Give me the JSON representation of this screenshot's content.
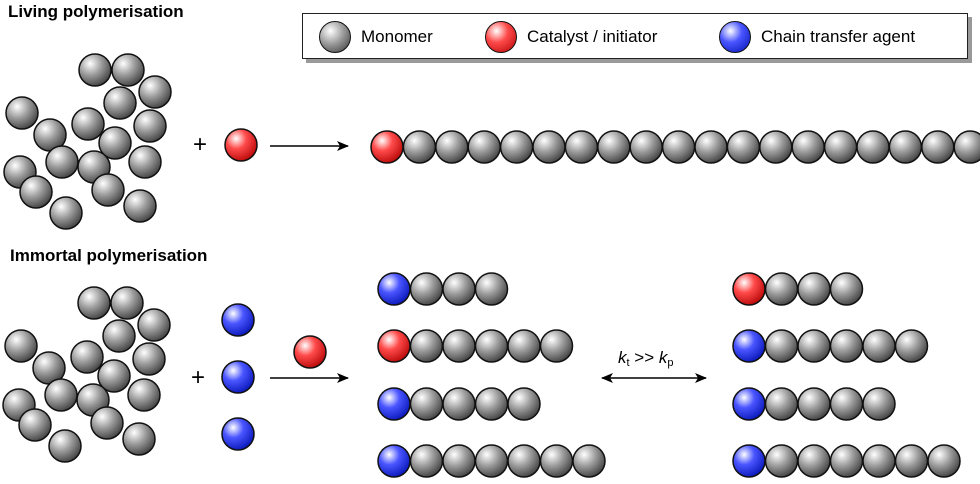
{
  "titles": {
    "living": "Living polymerisation",
    "immortal": "Immortal polymerisation"
  },
  "legend": [
    {
      "label": "Monomer",
      "kind": "monomer"
    },
    {
      "label": "Catalyst / initiator",
      "kind": "catalyst"
    },
    {
      "label": "Chain transfer agent",
      "kind": "cta"
    }
  ],
  "symbols": {
    "plus": "+"
  },
  "rate_expression": {
    "k_t": "k",
    "t_sub": "t",
    "op": ">>",
    "k_p": "k",
    "p_sub": "p"
  },
  "colors": {
    "monomer": "#7a7a7a",
    "catalyst": "#e0242a",
    "cta": "#2a35e6",
    "outline": "#111111"
  },
  "living_chain": {
    "head": "catalyst",
    "monomers": 18
  },
  "immortal_left_chains": [
    {
      "head": "cta",
      "monomers": 3
    },
    {
      "head": "catalyst",
      "monomers": 5
    },
    {
      "head": "cta",
      "monomers": 4
    },
    {
      "head": "cta",
      "monomers": 6
    }
  ],
  "immortal_right_chains": [
    {
      "head": "catalyst",
      "monomers": 3
    },
    {
      "head": "cta",
      "monomers": 5
    },
    {
      "head": "cta",
      "monomers": 4
    },
    {
      "head": "cta",
      "monomers": 6
    }
  ],
  "immortal_cta_stack": 3
}
